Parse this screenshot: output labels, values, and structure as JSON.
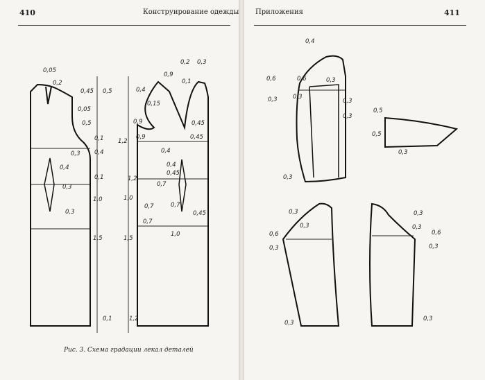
{
  "left_page": {
    "number": "410",
    "running_title": "Конструирование одежды"
  },
  "right_page": {
    "number": "411",
    "running_title": "Приложения"
  },
  "caption": "Рис. 3. Схема градации лекал деталей",
  "annotations": {
    "back_piece": [
      "0,05",
      "0,2",
      "0,45",
      "0,5",
      "0,05",
      "0,5",
      "0,1",
      "0,4",
      "0,3",
      "0,4",
      "0,1",
      "0,3",
      "1,0",
      "0,3",
      "1,5",
      "0,1"
    ],
    "front_piece": [
      "0,2",
      "0,3",
      "0,9",
      "0,1",
      "0,4",
      "0,15",
      "0,9",
      "0,45",
      "1,2",
      "0,9",
      "0,4",
      "0,45",
      "0,4",
      "0,45",
      "0,7",
      "1,2",
      "1,0",
      "0,7",
      "0,7",
      "0,7",
      "0,45",
      "1,5",
      "1,0",
      "1,2"
    ],
    "sleeve_top": [
      "0,4",
      "0,6",
      "0,6",
      "0,3",
      "0,3",
      "0,3",
      "0,3",
      "0,3",
      "0,3"
    ],
    "cuff": [
      "0,5",
      "0,5",
      "0,3"
    ],
    "sleeve_left": [
      "0,3",
      "0,3",
      "0,6",
      "0,3",
      "0,3"
    ],
    "sleeve_right": [
      "0,3",
      "0,3",
      "0,6",
      "0,3",
      "0,3"
    ]
  }
}
